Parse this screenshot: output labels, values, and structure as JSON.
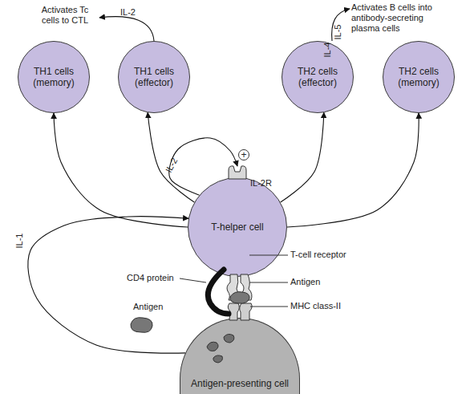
{
  "diagram": {
    "nodes": [
      {
        "text": [
          "TH1 cells (memory)"
        ]
      },
      {
        "text": [
          "TH1 cells (effector)"
        ]
      },
      {
        "text": [
          "TH2 cells (effector)"
        ]
      },
      {
        "text": [
          "TH2 cells (memory)"
        ]
      },
      {
        "text": [
          "T-helper cell"
        ]
      },
      {
        "text": [
          "Antigen-presenting cell"
        ]
      }
    ],
    "edges": [
      {
        "from": 4,
        "to": 0,
        "arrow": "to"
      },
      {
        "from": 4,
        "to": 1,
        "arrow": "to"
      },
      {
        "from": 4,
        "to": 2,
        "arrow": "to"
      },
      {
        "from": 4,
        "to": 3,
        "arrow": "to"
      },
      {
        "from": 4,
        "to": 4,
        "label": "IL-2",
        "arrow": "to"
      },
      {
        "from": 5,
        "to": 4,
        "label": "IL-1",
        "arrow": "to"
      }
    ],
    "labels": [
      "Activates Tc cells to CTL",
      "IL-2",
      "Activates B cells into antibody-secreting plasma cells",
      "IL-4",
      "IL-5",
      "+",
      "IL-2R",
      "T-cell receptor",
      "CD4 protein",
      "Antigen",
      "MHC class-II",
      "Antigen"
    ]
  }
}
